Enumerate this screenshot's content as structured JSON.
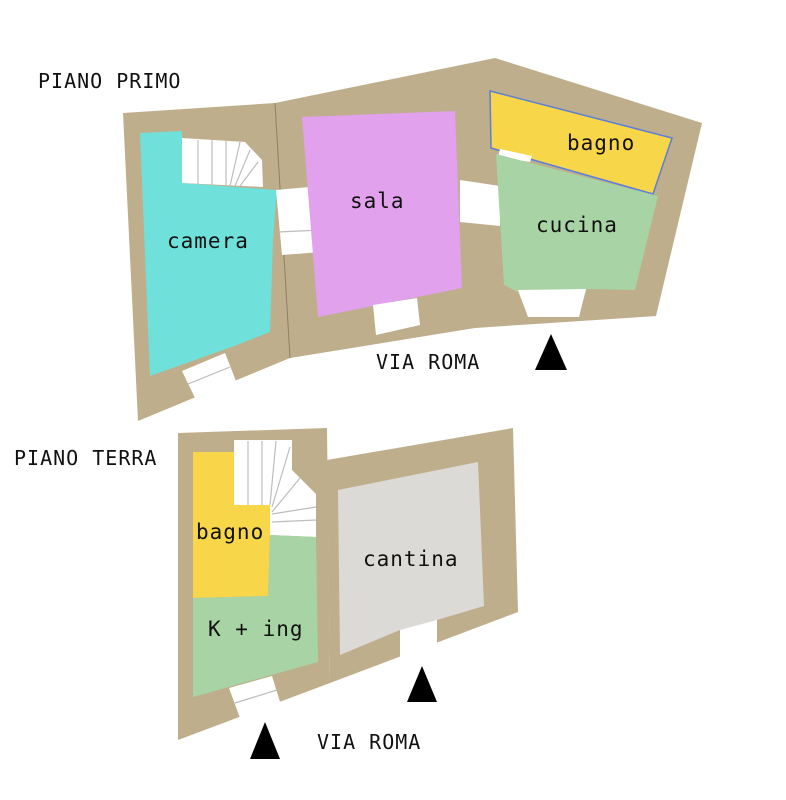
{
  "floors": {
    "first": {
      "title": "PIANO PRIMO",
      "street": "VIA ROMA",
      "rooms": {
        "camera": "camera",
        "sala": "sala",
        "bagno": "bagno",
        "cucina": "cucina"
      }
    },
    "ground": {
      "title": "PIANO TERRA",
      "street": "VIA ROMA",
      "rooms": {
        "bagno": "bagno",
        "kitchen": "K + ing",
        "cantina": "cantina"
      }
    }
  },
  "colors": {
    "wall": "#bfae8b",
    "camera": "#6fe1da",
    "sala": "#e1a1ec",
    "bagno": "#f7d64a",
    "cucina": "#a8d3a4",
    "cantina": "#dcdad7",
    "opening": "#ffffff",
    "entrance_marker": "#000000"
  }
}
